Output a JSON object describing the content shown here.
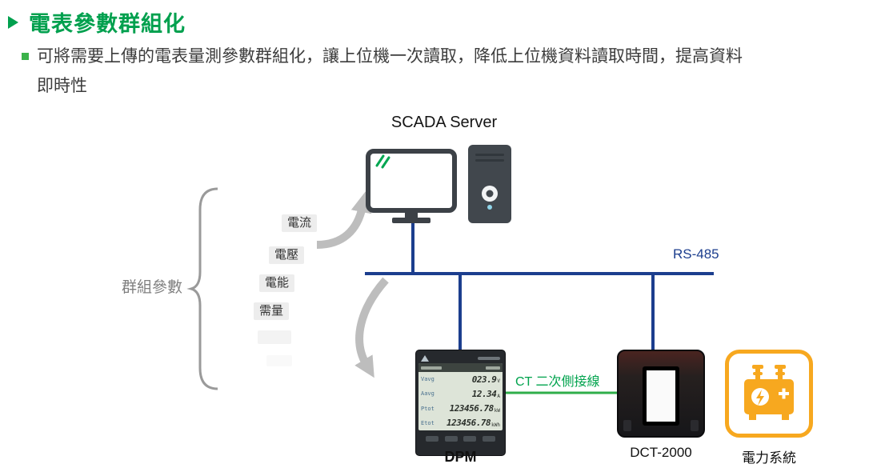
{
  "header": {
    "title": "電表參數群組化"
  },
  "intro": {
    "line1": "可將需要上傳的電表量測參數群組化，讓上位機一次讀取，降低上位機資料讀取時間，提高資料",
    "line2": "即時性"
  },
  "diagram": {
    "scada_label": "SCADA Server",
    "bus_label": "RS-485",
    "group_label": "群組參數",
    "params": [
      "電流",
      "電壓",
      "電能",
      "需量"
    ],
    "ct_label": "CT 二次側接線",
    "captions": {
      "dpm": "DPM",
      "dct": "DCT-2000",
      "power": "電力系統"
    },
    "dpm_screen": {
      "rows": [
        {
          "name": "Vavg",
          "value": "023.9",
          "unit": "V"
        },
        {
          "name": "Aavg",
          "value": "12.34",
          "unit": "A"
        },
        {
          "name": "Ptot",
          "value": "123456.78",
          "unit": "kW"
        },
        {
          "name": "Etot",
          "value": "123456.78",
          "unit": "kWh"
        }
      ]
    },
    "colors": {
      "accent_green": "#00a04e",
      "bus_blue": "#1c3e8e",
      "ct_green": "#00a651",
      "power_orange": "#f7a81f",
      "arrow_gray": "#bdbdbd"
    }
  }
}
